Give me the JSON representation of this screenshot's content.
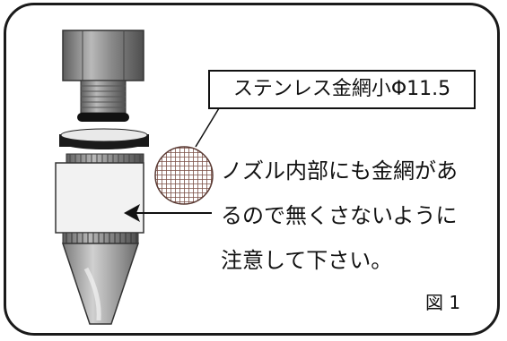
{
  "label": {
    "text": "ステンレス金網小Φ11.5"
  },
  "note": {
    "lines": [
      "ノズル内部にも金網があ",
      "るので無くさないように",
      "注意して下さい。"
    ]
  },
  "figure_label": "図 1",
  "colors": {
    "frame": "#1a1a1a",
    "metal_dark": "#6f6f6f",
    "metal_mid": "#9a9a9a",
    "sleeve": "#f2f2f2",
    "mesh": "#7a4f45",
    "oring": "#111111"
  }
}
